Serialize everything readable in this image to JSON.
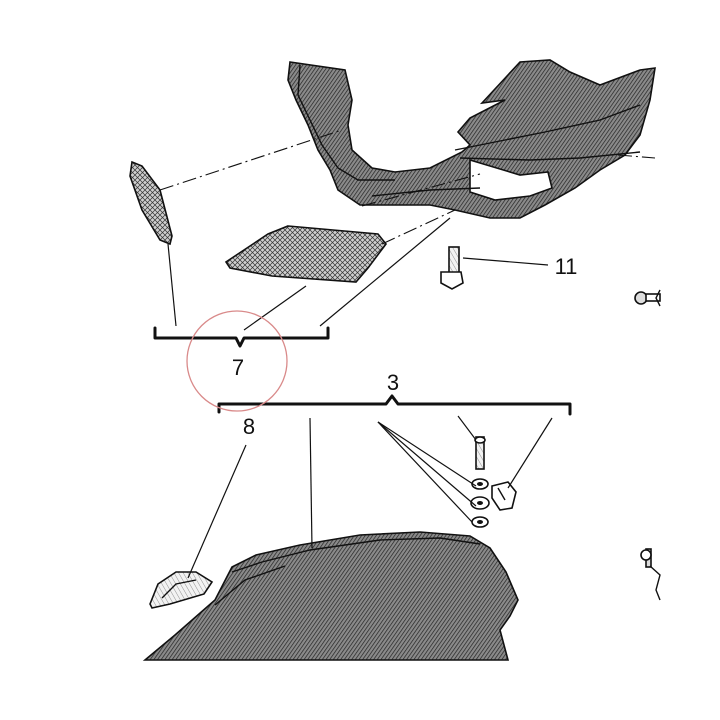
{
  "diagram": {
    "labels": {
      "brace_left": "7",
      "brace_right": "3",
      "part_8": "8",
      "part_11": "11"
    },
    "highlight": {
      "target": "7",
      "color": "#d98a8a"
    },
    "colors": {
      "line": "#111111",
      "background": "#ffffff",
      "hatch": "#555555"
    }
  }
}
